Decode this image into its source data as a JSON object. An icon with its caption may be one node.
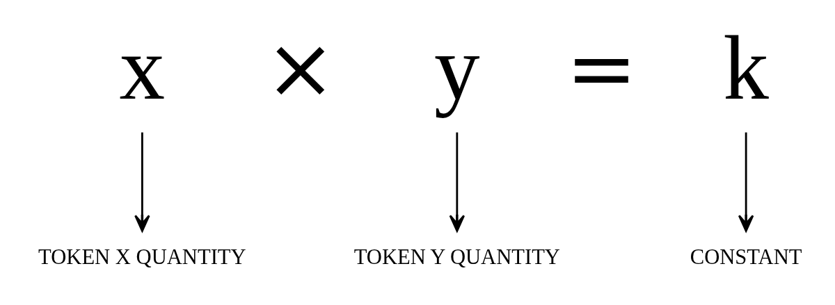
{
  "diagram": {
    "nodes": [
      {
        "text": [
          "x"
        ]
      },
      {
        "text": [
          "y"
        ]
      },
      {
        "text": [
          "k"
        ]
      },
      {
        "text": [
          "TOKEN X QUANTITY"
        ]
      },
      {
        "text": [
          "TOKEN Y QUANTITY"
        ]
      },
      {
        "text": [
          "CONSTANT"
        ]
      }
    ],
    "edges": [
      {
        "from": 0,
        "to": 3,
        "arrow": "to"
      },
      {
        "from": 1,
        "to": 4,
        "arrow": "to"
      },
      {
        "from": 2,
        "to": 5,
        "arrow": "to"
      }
    ],
    "labels": [
      "×",
      "="
    ]
  }
}
